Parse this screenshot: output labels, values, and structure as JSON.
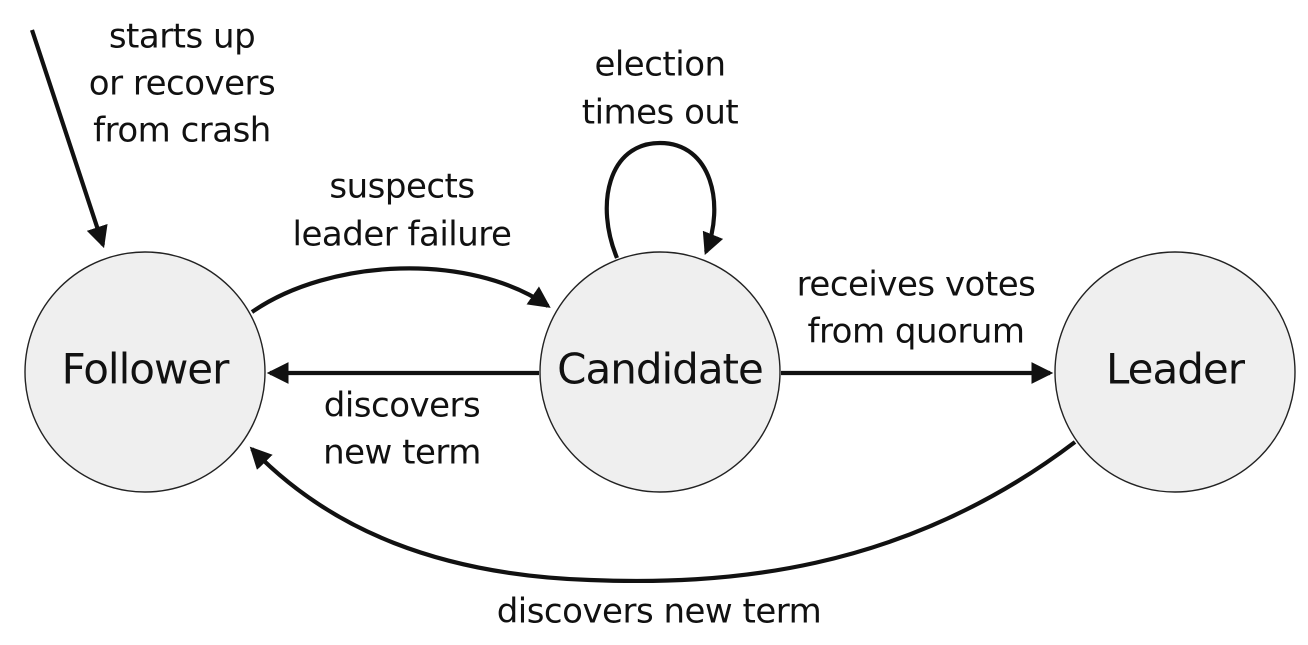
{
  "diagram": {
    "states": {
      "follower": "Follower",
      "candidate": "Candidate",
      "leader": "Leader"
    },
    "transitions": {
      "start": {
        "line1": "starts up",
        "line2": "or recovers",
        "line3": "from crash"
      },
      "follower_to_candidate": {
        "line1": "suspects",
        "line2": "leader failure"
      },
      "candidate_self_loop": {
        "line1": "election",
        "line2": "times out"
      },
      "candidate_to_leader": {
        "line1": "receives votes",
        "line2": "from quorum"
      },
      "candidate_to_follower": {
        "line1": "discovers",
        "line2": "new term"
      },
      "leader_to_follower": {
        "line1": "discovers new term"
      }
    }
  }
}
